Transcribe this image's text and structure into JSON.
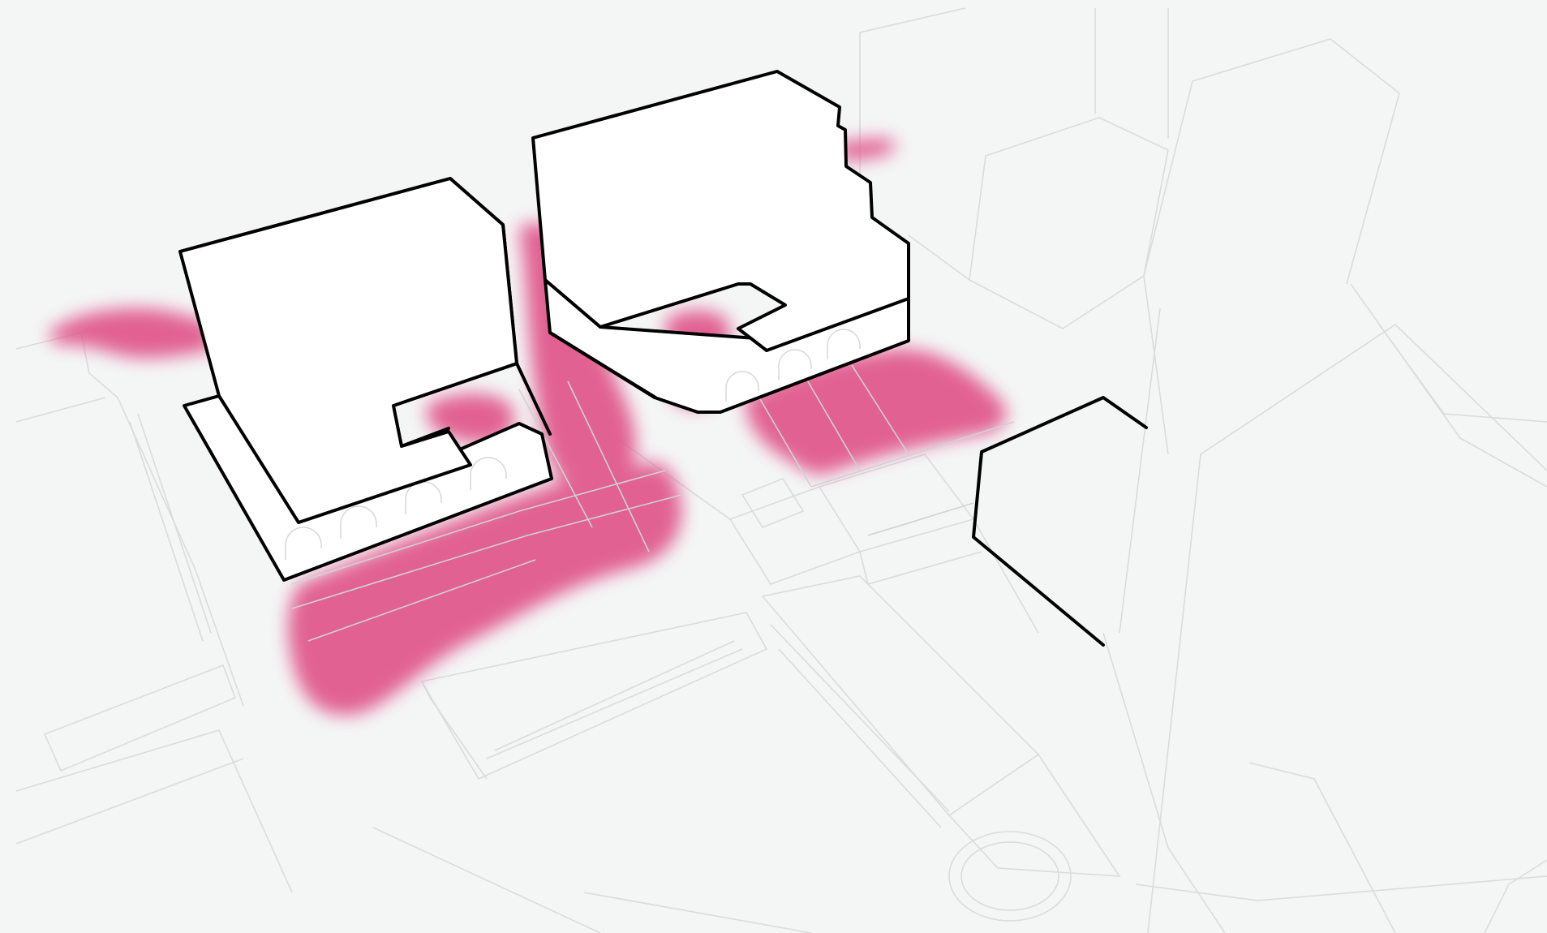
{
  "diagram": {
    "background": "#f4f6f6",
    "highlight_color": "#e0558a",
    "outline_color": "#000000",
    "context_line_color": "#d9dcdc",
    "layers": [
      "context-buildings",
      "highlighted-public-space",
      "proposed-buildings"
    ]
  }
}
